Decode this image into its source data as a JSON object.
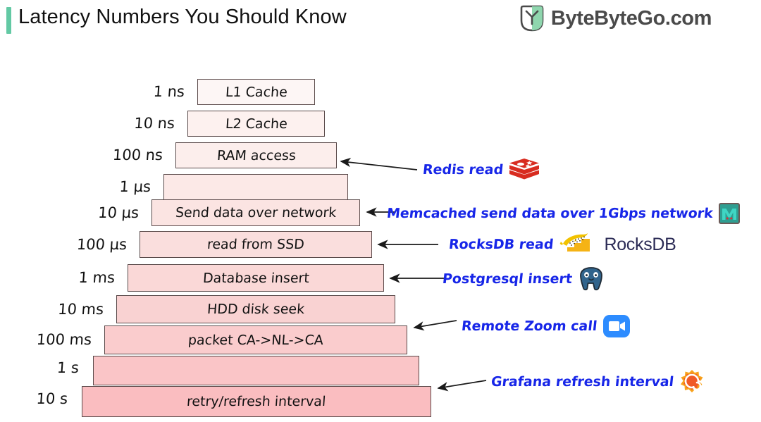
{
  "header": {
    "title": "Latency Numbers You Should Know",
    "accent_color": "#63c9a4",
    "logo_text": "ByteByteGo.com",
    "logo_icon": "bytebytego-logo-icon"
  },
  "pyramid": {
    "steps": [
      {
        "latency": "1 ns",
        "label": "L1 Cache",
        "fill": "#fdf6f5"
      },
      {
        "latency": "10 ns",
        "label": "L2 Cache",
        "fill": "#fdf1ef"
      },
      {
        "latency": "100 ns",
        "label": "RAM access",
        "fill": "#fceeec"
      },
      {
        "latency": "1  µs",
        "label": "",
        "fill": "#fce9e7"
      },
      {
        "latency": "10  µs",
        "label": "Send data over network",
        "fill": "#fbe4e2"
      },
      {
        "latency": "100 µs",
        "label": "read from SSD",
        "fill": "#fadedd"
      },
      {
        "latency": "1 ms",
        "label": "Database insert",
        "fill": "#fad8d7"
      },
      {
        "latency": "10 ms",
        "label": "HDD disk seek",
        "fill": "#f9d2d2"
      },
      {
        "latency": "100 ms",
        "label": "packet CA->NL->CA",
        "fill": "#facccd"
      },
      {
        "latency": "1 s",
        "label": "",
        "fill": "#fac5c7"
      },
      {
        "latency": "10 s",
        "label": "retry/refresh interval",
        "fill": "#fabdc0"
      }
    ]
  },
  "annotations": [
    {
      "text": "Redis read",
      "icon": "redis-logo-icon",
      "target_step": 2
    },
    {
      "text": "Memcached send data over 1Gbps network",
      "icon": "memcached-logo-icon",
      "target_step": 4
    },
    {
      "text": "RocksDB read",
      "icon": "rocksdb-logo-icon",
      "icon_word": "RocksDB",
      "target_step": 5
    },
    {
      "text": "Postgresql insert",
      "icon": "postgresql-logo-icon",
      "target_step": 6
    },
    {
      "text": "Remote Zoom call",
      "icon": "zoom-logo-icon",
      "target_step": 8
    },
    {
      "text": "Grafana refresh interval",
      "icon": "grafana-logo-icon",
      "target_step": 10
    }
  ],
  "colors": {
    "annotation_text": "#1726e8",
    "step_border": "#5a4a4a",
    "background": "#ffffff"
  }
}
